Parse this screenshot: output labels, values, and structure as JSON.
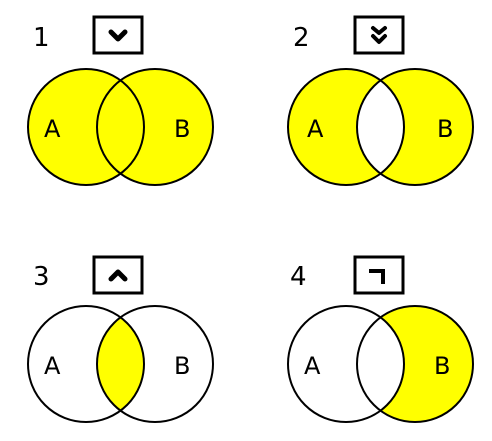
{
  "colors": {
    "fill": "#ffff00",
    "stroke": "#000000",
    "background": "#ffffff"
  },
  "panels": [
    {
      "number": "1",
      "icon": "chevron-down-icon",
      "label_a": "A",
      "label_b": "B",
      "shaded_region": "union"
    },
    {
      "number": "2",
      "icon": "double-chevron-down-icon",
      "label_a": "A",
      "label_b": "B",
      "shaded_region": "symmetric-difference"
    },
    {
      "number": "3",
      "icon": "chevron-up-icon",
      "label_a": "A",
      "label_b": "B",
      "shaded_region": "intersection"
    },
    {
      "number": "4",
      "icon": "corner-bracket-icon",
      "label_a": "A",
      "label_b": "B",
      "shaded_region": "b-minus-a"
    }
  ]
}
